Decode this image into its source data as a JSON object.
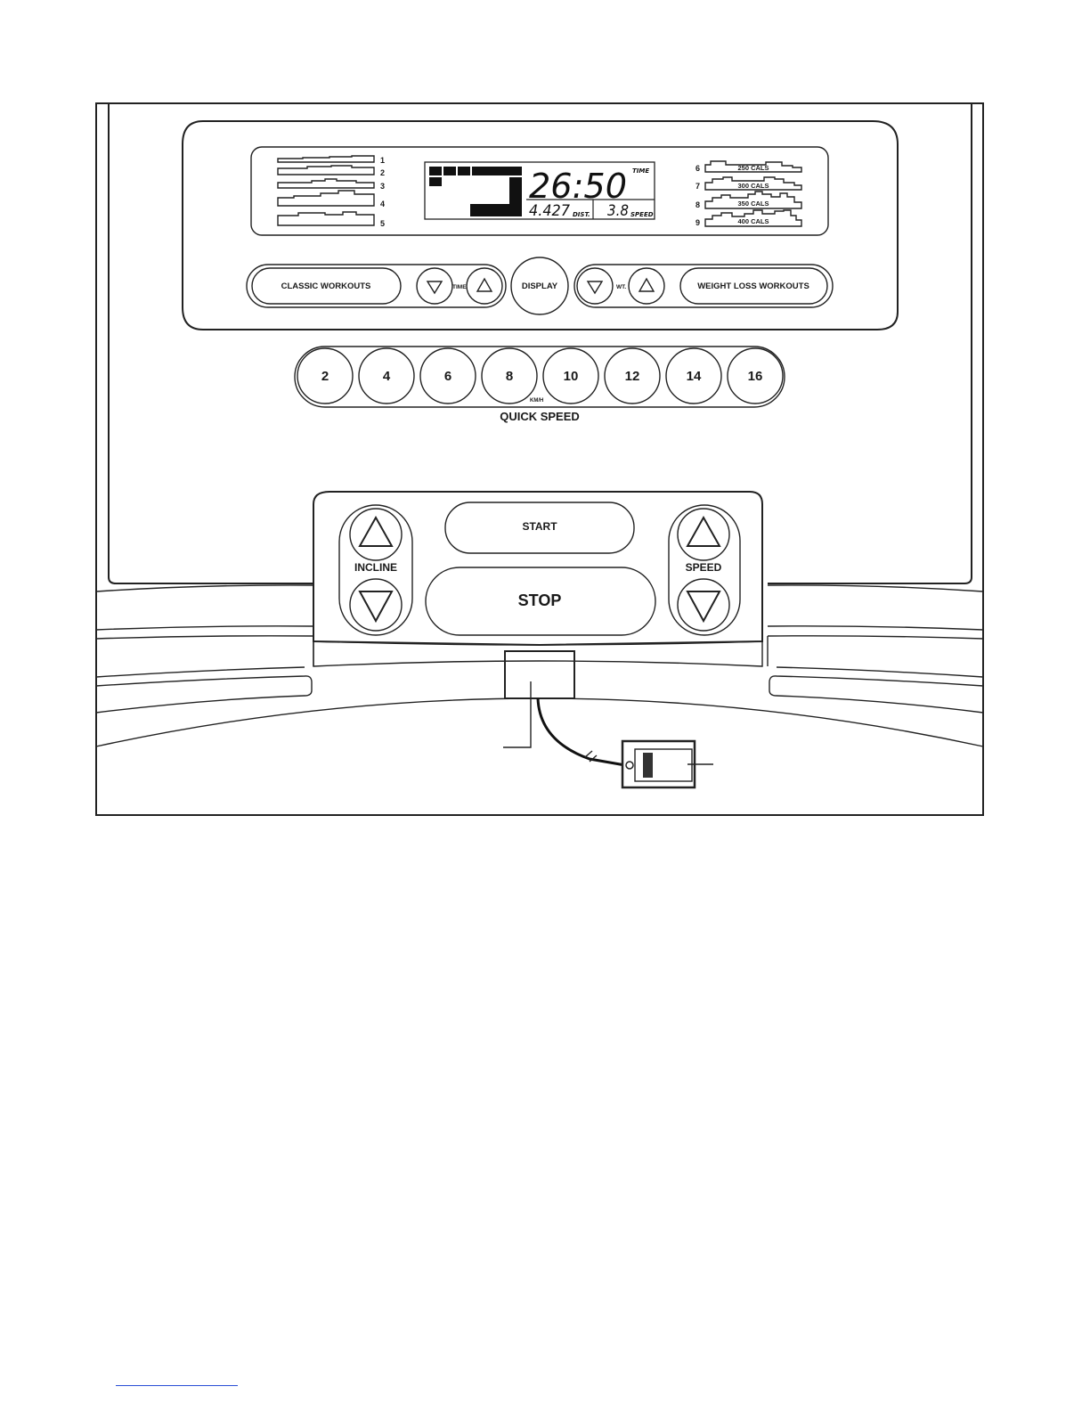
{
  "lcd": {
    "time_value": "26:50",
    "time_label": "TIME",
    "distance_value": "4.427",
    "distance_label": "DIST.",
    "speed_value": "3.8",
    "speed_label": "SPEED"
  },
  "classic_profiles": [
    "1",
    "2",
    "3",
    "4",
    "5"
  ],
  "weight_loss_profiles": [
    {
      "number": "6",
      "label": "250 CALS"
    },
    {
      "number": "7",
      "label": "300 CALS"
    },
    {
      "number": "8",
      "label": "350 CALS"
    },
    {
      "number": "9",
      "label": "400 CALS"
    }
  ],
  "buttons": {
    "classic_workouts": "CLASSIC WORKOUTS",
    "time_label": "TIME",
    "display": "DISPLAY",
    "wt_label": "WT.",
    "weight_loss_workouts": "WEIGHT LOSS WORKOUTS",
    "start": "START",
    "stop": "STOP",
    "incline": "INCLINE",
    "speed": "SPEED"
  },
  "quick_speed": {
    "label": "QUICK SPEED",
    "unit": "KM/H",
    "values": [
      "2",
      "4",
      "6",
      "8",
      "10",
      "12",
      "14",
      "16"
    ]
  },
  "colors": {
    "line": "#222222",
    "lcd_segment": "#111111",
    "footer_rule": "#2a4fd6"
  }
}
